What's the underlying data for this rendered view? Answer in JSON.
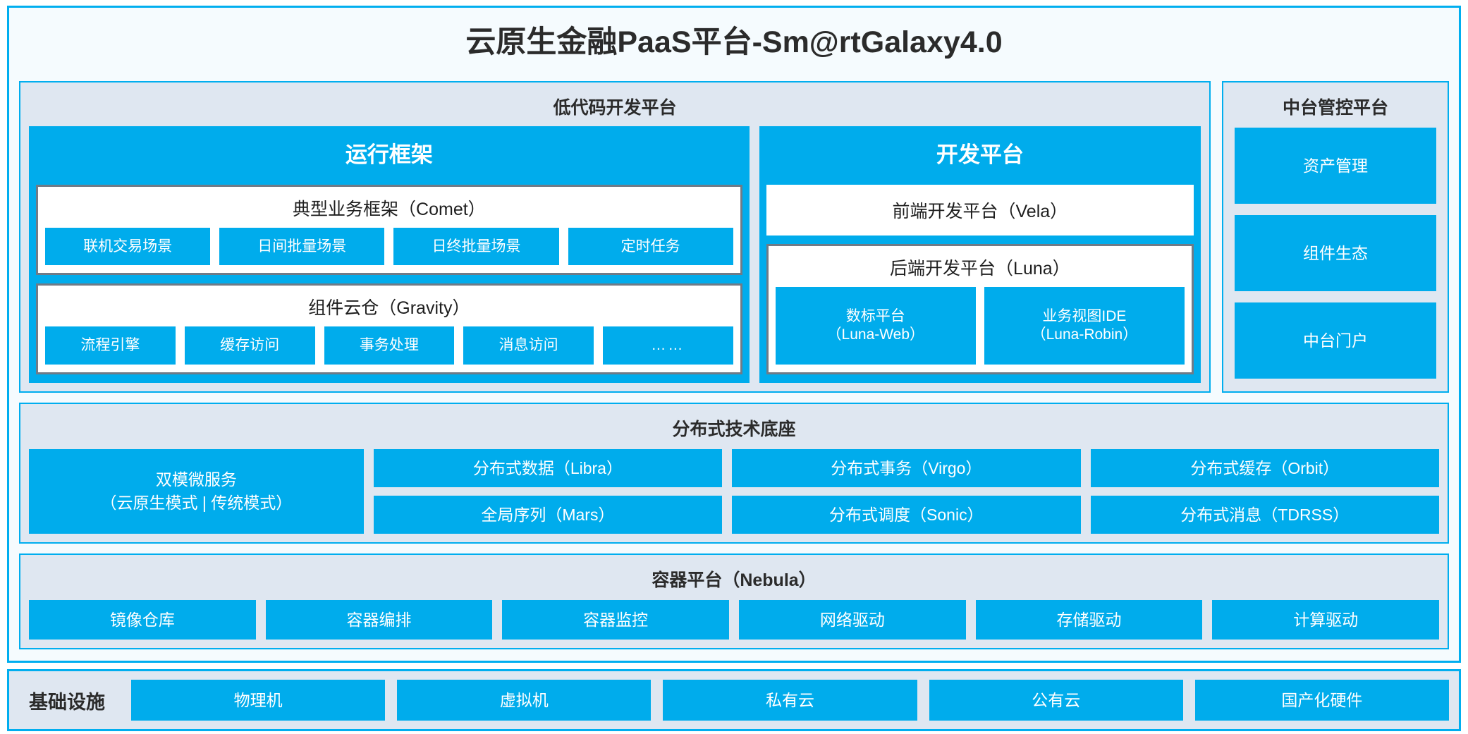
{
  "title": "云原生金融PaaS平台-Sm@rtGalaxy4.0",
  "colors": {
    "accent": "#00AEEF",
    "chip": "#00ACEC",
    "panel_bg": "#DFE7F1",
    "frame_bg": "#F5FBFE",
    "inner_border": "#6F7B87",
    "text": "#2B2B2B"
  },
  "lowcode": {
    "title": "低代码开发平台",
    "runtime": {
      "title": "运行框架",
      "comet": {
        "title": "典型业务框架（Comet）",
        "chips": [
          "联机交易场景",
          "日间批量场景",
          "日终批量场景",
          "定时任务"
        ]
      },
      "gravity": {
        "title": "组件云仓（Gravity）",
        "chips": [
          "流程引擎",
          "缓存访问",
          "事务处理",
          "消息访问",
          "……"
        ]
      }
    },
    "devplat": {
      "title": "开发平台",
      "frontend": {
        "title": "前端开发平台（Vela）"
      },
      "backend": {
        "title": "后端开发平台（Luna）",
        "chips": [
          {
            "line1": "数标平台",
            "line2": "（Luna-Web）"
          },
          {
            "line1": "业务视图IDE",
            "line2": "（Luna-Robin）"
          }
        ]
      }
    }
  },
  "mgmt": {
    "title": "中台管控平台",
    "chips": [
      "资产管理",
      "组件生态",
      "中台门户"
    ]
  },
  "distributed": {
    "title": "分布式技术底座",
    "wide": {
      "line1": "双模微服务",
      "line2": "（云原生模式 | 传统模式）"
    },
    "columns": [
      [
        "分布式数据（Libra）",
        "全局序列（Mars）"
      ],
      [
        "分布式事务（Virgo）",
        "分布式调度（Sonic）"
      ],
      [
        "分布式缓存（Orbit）",
        "分布式消息（TDRSS）"
      ]
    ]
  },
  "container": {
    "title": "容器平台（Nebula）",
    "chips": [
      "镜像仓库",
      "容器编排",
      "容器监控",
      "网络驱动",
      "存储驱动",
      "计算驱动"
    ]
  },
  "infrastructure": {
    "label": "基础设施",
    "chips": [
      "物理机",
      "虚拟机",
      "私有云",
      "公有云",
      "国产化硬件"
    ]
  }
}
